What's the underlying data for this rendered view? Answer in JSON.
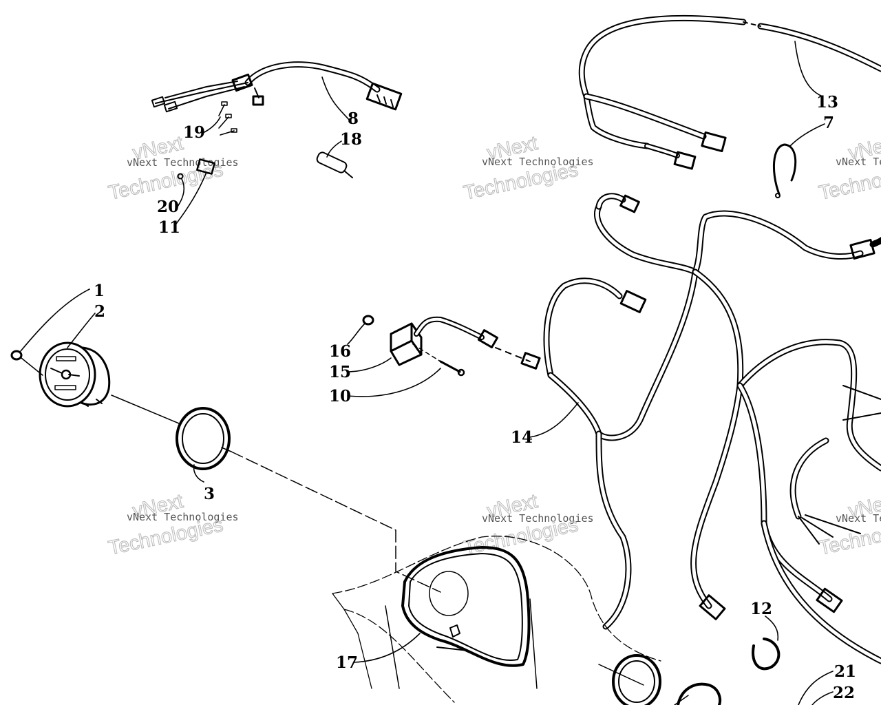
{
  "callouts": {
    "c1": "1",
    "c2": "2",
    "c3": "3",
    "c7": "7",
    "c8": "8",
    "c10": "10",
    "c11": "11",
    "c12": "12",
    "c13": "13",
    "c14": "14",
    "c15": "15",
    "c16": "16",
    "c17": "17",
    "c18": "18",
    "c19": "19",
    "c20": "20",
    "c21": "21",
    "c22": "22"
  },
  "watermark": {
    "line1": "vNext Technologies",
    "line2": "vNext",
    "line3": "Technologies"
  }
}
